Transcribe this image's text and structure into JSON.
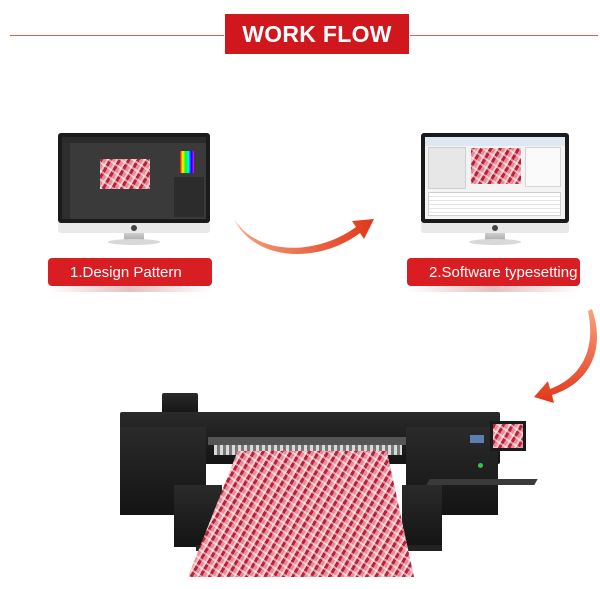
{
  "header": {
    "title": "WORK FLOW"
  },
  "steps": [
    {
      "label": "1.Design Pattern"
    },
    {
      "label": "2.Software typesetting"
    }
  ],
  "colors": {
    "accent": "#d81e22",
    "arrow": "#e8431c"
  }
}
